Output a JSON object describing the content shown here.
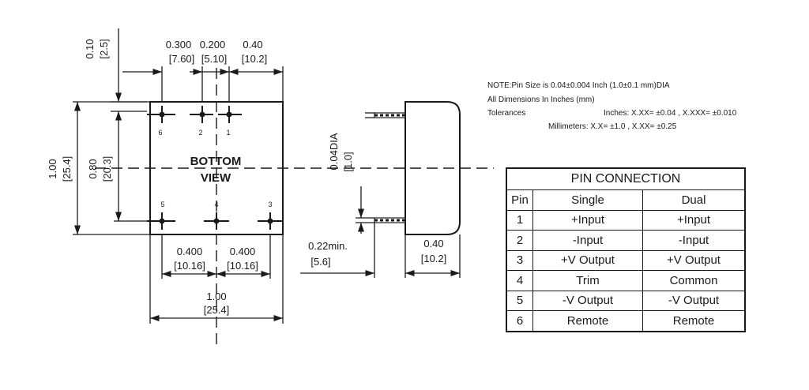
{
  "dims": {
    "top_offset": {
      "inch": "0.10",
      "mm": "[2.5]"
    },
    "top_pitch_a": {
      "inch": "0.300",
      "mm": "[7.60]"
    },
    "top_pitch_b": {
      "inch": "0.200",
      "mm": "[5.10]"
    },
    "top_pitch_c": {
      "inch": "0.40",
      "mm": "[10.2]"
    },
    "height_total": {
      "inch": "1.00",
      "mm": "[25.4]"
    },
    "row_pitch": {
      "inch": "0.80",
      "mm": "[20.3]"
    },
    "bottom_pitch_a": {
      "inch": "0.400",
      "mm": "[10.16]"
    },
    "bottom_pitch_b": {
      "inch": "0.400",
      "mm": "[10.16]"
    },
    "width_total": {
      "inch": "1.00",
      "mm": "[25.4]"
    },
    "pin_dia": {
      "inch": "0.04DIA",
      "mm": "[1.0]"
    },
    "pin_length": {
      "inch": "0.22min.",
      "mm": "[5.6]"
    },
    "side_depth": {
      "inch": "0.40",
      "mm": "[10.2]"
    }
  },
  "bottom_view": {
    "line1": "BOTTOM",
    "line2": "VIEW"
  },
  "pin_labels": {
    "p6": "6",
    "p2": "2",
    "p1": "1",
    "p5": "5",
    "p4": "4",
    "p3": "3"
  },
  "notes": {
    "line1": "NOTE:Pin Size is 0.04±0.004 Inch (1.0±0.1 mm)DIA",
    "line2": "All Dimensions In Inches (mm)",
    "tol_label": "Tolerances",
    "tol_inches": "Inches: X.XX= ±0.04 , X.XXX= ±0.010",
    "tol_mm": "Millimeters: X.X= ±1.0 , X.XX= ±0.25"
  },
  "table": {
    "caption": "PIN CONNECTION",
    "headers": {
      "pin": "Pin",
      "single": "Single",
      "dual": "Dual"
    },
    "rows": [
      {
        "pin": "1",
        "single": "+Input",
        "dual": "+Input"
      },
      {
        "pin": "2",
        "single": "-Input",
        "dual": "-Input"
      },
      {
        "pin": "3",
        "single": "+V Output",
        "dual": "+V Output"
      },
      {
        "pin": "4",
        "single": "Trim",
        "dual": "Common"
      },
      {
        "pin": "5",
        "single": "-V Output",
        "dual": "-V Output"
      },
      {
        "pin": "6",
        "single": "Remote",
        "dual": "Remote"
      }
    ]
  }
}
